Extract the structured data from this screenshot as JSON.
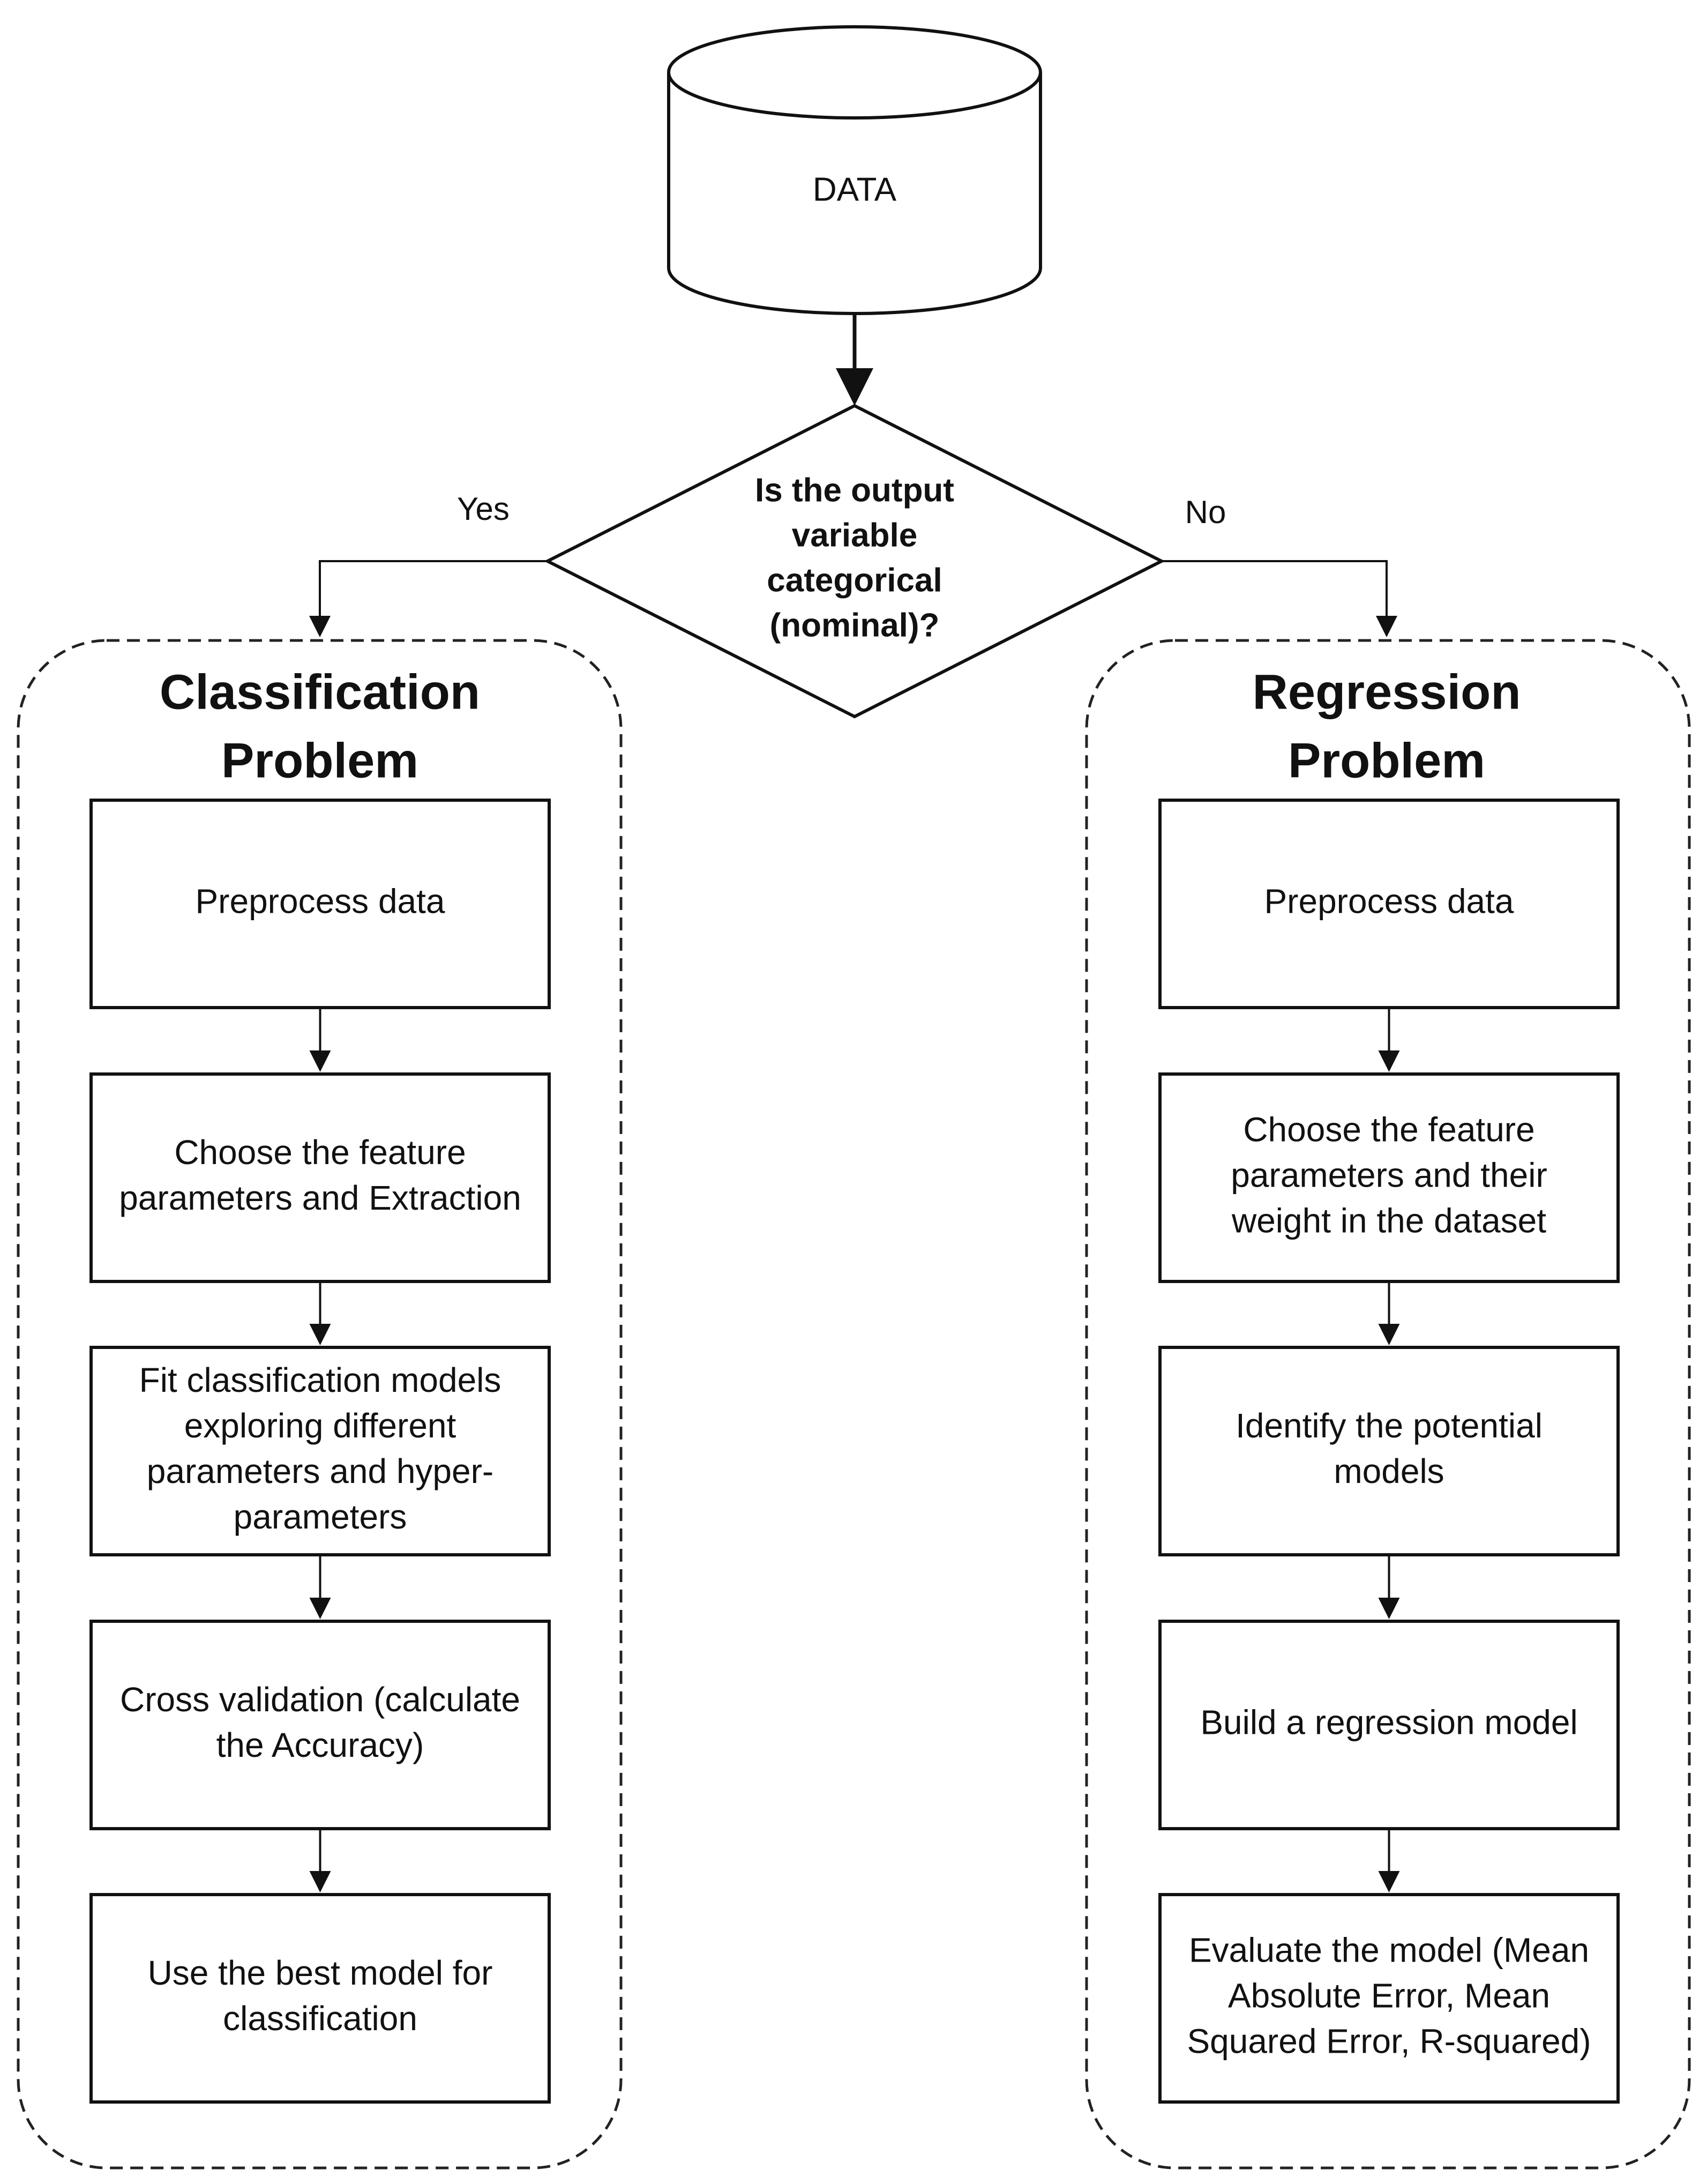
{
  "data_node": {
    "label": "DATA"
  },
  "decision": {
    "lines": [
      "Is the output",
      "variable",
      "categorical",
      "(nominal)?"
    ]
  },
  "branches": {
    "yes": "Yes",
    "no": "No"
  },
  "classification": {
    "title_lines": [
      "Classification",
      "Problem"
    ],
    "steps": [
      {
        "lines": [
          "Preprocess data"
        ]
      },
      {
        "lines": [
          "Choose the feature",
          "parameters and Extraction"
        ]
      },
      {
        "lines": [
          "Fit classification models",
          "exploring different",
          "parameters and hyper-",
          "parameters"
        ]
      },
      {
        "lines": [
          "Cross validation (calculate",
          "the Accuracy)"
        ]
      },
      {
        "lines": [
          "Use the best model for",
          "classification"
        ]
      }
    ]
  },
  "regression": {
    "title_lines": [
      "Regression",
      "Problem"
    ],
    "steps": [
      {
        "lines": [
          "Preprocess data"
        ]
      },
      {
        "lines": [
          "Choose the feature",
          "parameters and their",
          "weight in the dataset"
        ]
      },
      {
        "lines": [
          "Identify the potential",
          "models"
        ]
      },
      {
        "lines": [
          "Build a regression model"
        ]
      },
      {
        "lines": [
          "Evaluate the model (Mean",
          "Absolute Error, Mean",
          "Squared Error, R-squared)"
        ]
      }
    ]
  }
}
